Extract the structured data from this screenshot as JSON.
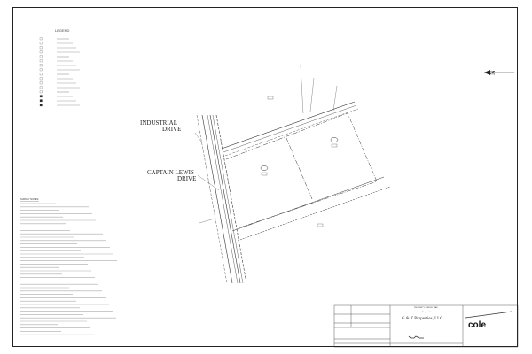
{
  "legend": {
    "title": "LEGEND"
  },
  "notes": {
    "title": "SURVEY NOTES:"
  },
  "map": {
    "roads": [
      "INDUSTRIAL DRIVE",
      "CAPTAIN LEWIS DRIVE"
    ],
    "road_line1": [
      "INDUSTRIAL",
      "CAPTAIN LEWIS"
    ],
    "road_line2": [
      "DRIVE",
      "DRIVE"
    ],
    "north": "N"
  },
  "title_block": {
    "heading": "PROPERTY SURVEY MAP",
    "prepared_for": "Prepared for",
    "client": "G & Z Properties, LLC",
    "firm": "cole"
  }
}
